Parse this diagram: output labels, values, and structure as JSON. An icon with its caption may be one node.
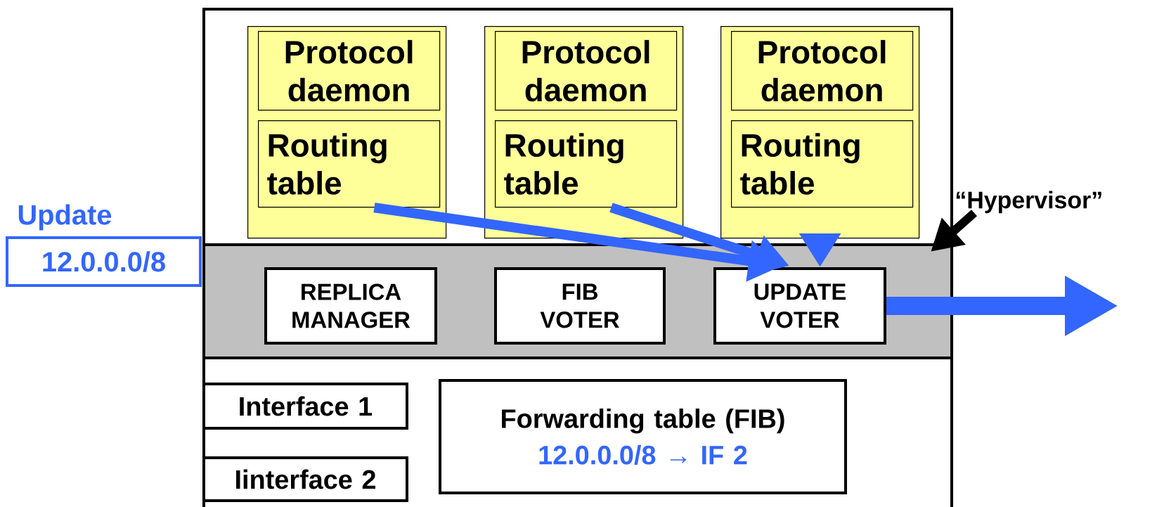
{
  "diagram": {
    "nodes": [
      {
        "text": [],
        "shape": "box"
      },
      {
        "text": [],
        "shape": "box",
        "in": 0
      },
      {
        "text": [
          "Protocol daemon"
        ],
        "in": 1
      },
      {
        "text": [
          "Routing table"
        ],
        "in": 1
      },
      {
        "text": [],
        "shape": "box",
        "in": 0
      },
      {
        "text": [
          "Protocol daemon"
        ],
        "in": 4
      },
      {
        "text": [
          "Routing table"
        ],
        "in": 4
      },
      {
        "text": [],
        "shape": "box",
        "in": 0
      },
      {
        "text": [
          "Protocol daemon"
        ],
        "in": 7
      },
      {
        "text": [
          "Routing table"
        ],
        "in": 7
      },
      {
        "text": [],
        "shape": "box",
        "in": 0
      },
      {
        "text": [
          "REPLICA MANAGER"
        ],
        "in": 10
      },
      {
        "text": [
          "FIB VOTER"
        ],
        "in": 10
      },
      {
        "text": [
          "UPDATE VOTER"
        ],
        "in": 10
      },
      {
        "text": [
          "Interface 1"
        ],
        "in": 0
      },
      {
        "text": [
          "Iinterface 2"
        ],
        "in": 0
      },
      {
        "text": [
          "Forwarding table (FIB)",
          "12.0.0.0/8 → IF 2"
        ],
        "in": 0
      },
      {
        "text": [
          "Update",
          "12.0.0.0/8"
        ]
      },
      {
        "text": [
          "“Hypervisor”"
        ]
      }
    ],
    "edges": [
      {
        "from": 3,
        "to": 13,
        "arrow": "to"
      },
      {
        "from": 6,
        "to": 13,
        "arrow": "to"
      },
      {
        "from": 7,
        "to": 13,
        "arrow": "to"
      },
      {
        "from": 13,
        "to": null,
        "arrow": "to",
        "style": "thick"
      },
      {
        "from": 18,
        "to": 10,
        "arrow": "to",
        "color": "#000000"
      }
    ]
  }
}
